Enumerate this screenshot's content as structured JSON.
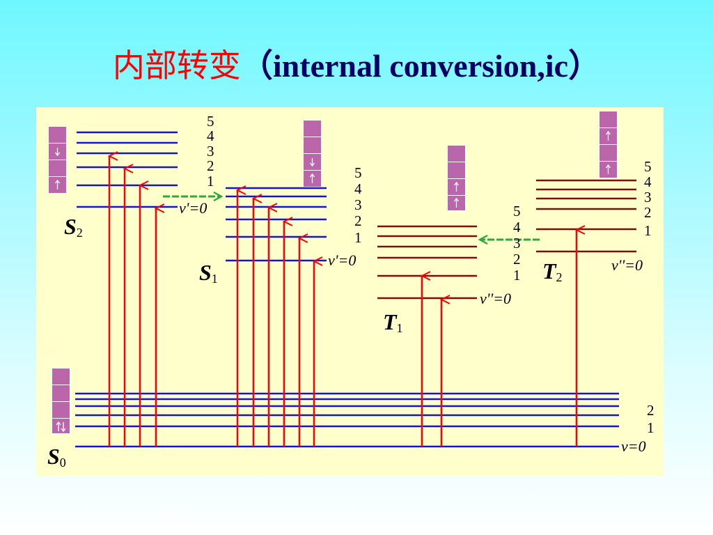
{
  "title": {
    "chinese": "内部转变",
    "english": "（internal conversion,ic）"
  },
  "colors": {
    "singlet_levels": "#1414d2",
    "triplet_levels": "#7a0d0d",
    "transition_arrows": "#ff0000",
    "ic_arrows": "#2fa83a",
    "orbital_box": "#bb66aa"
  },
  "states": [
    {
      "id": "S2",
      "letter": "S",
      "subscript": "2",
      "level_labels": [
        "5",
        "4",
        "3",
        "2",
        "1"
      ],
      "zero_label": "v'=0"
    },
    {
      "id": "S1",
      "letter": "S",
      "subscript": "1",
      "level_labels": [
        "5",
        "4",
        "3",
        "2",
        "1"
      ],
      "zero_label": "v'=0"
    },
    {
      "id": "T1",
      "letter": "T",
      "subscript": "1",
      "level_labels": [
        "5",
        "4",
        "3",
        "2",
        "1"
      ],
      "zero_label": "v''=0"
    },
    {
      "id": "T2",
      "letter": "T",
      "subscript": "2",
      "level_labels": [
        "5",
        "4",
        "3",
        "2",
        "1"
      ],
      "zero_label": "v''=0"
    },
    {
      "id": "S0",
      "letter": "S",
      "subscript": "0",
      "level_labels": [
        "2",
        "1"
      ],
      "zero_label": "v=0"
    }
  ]
}
